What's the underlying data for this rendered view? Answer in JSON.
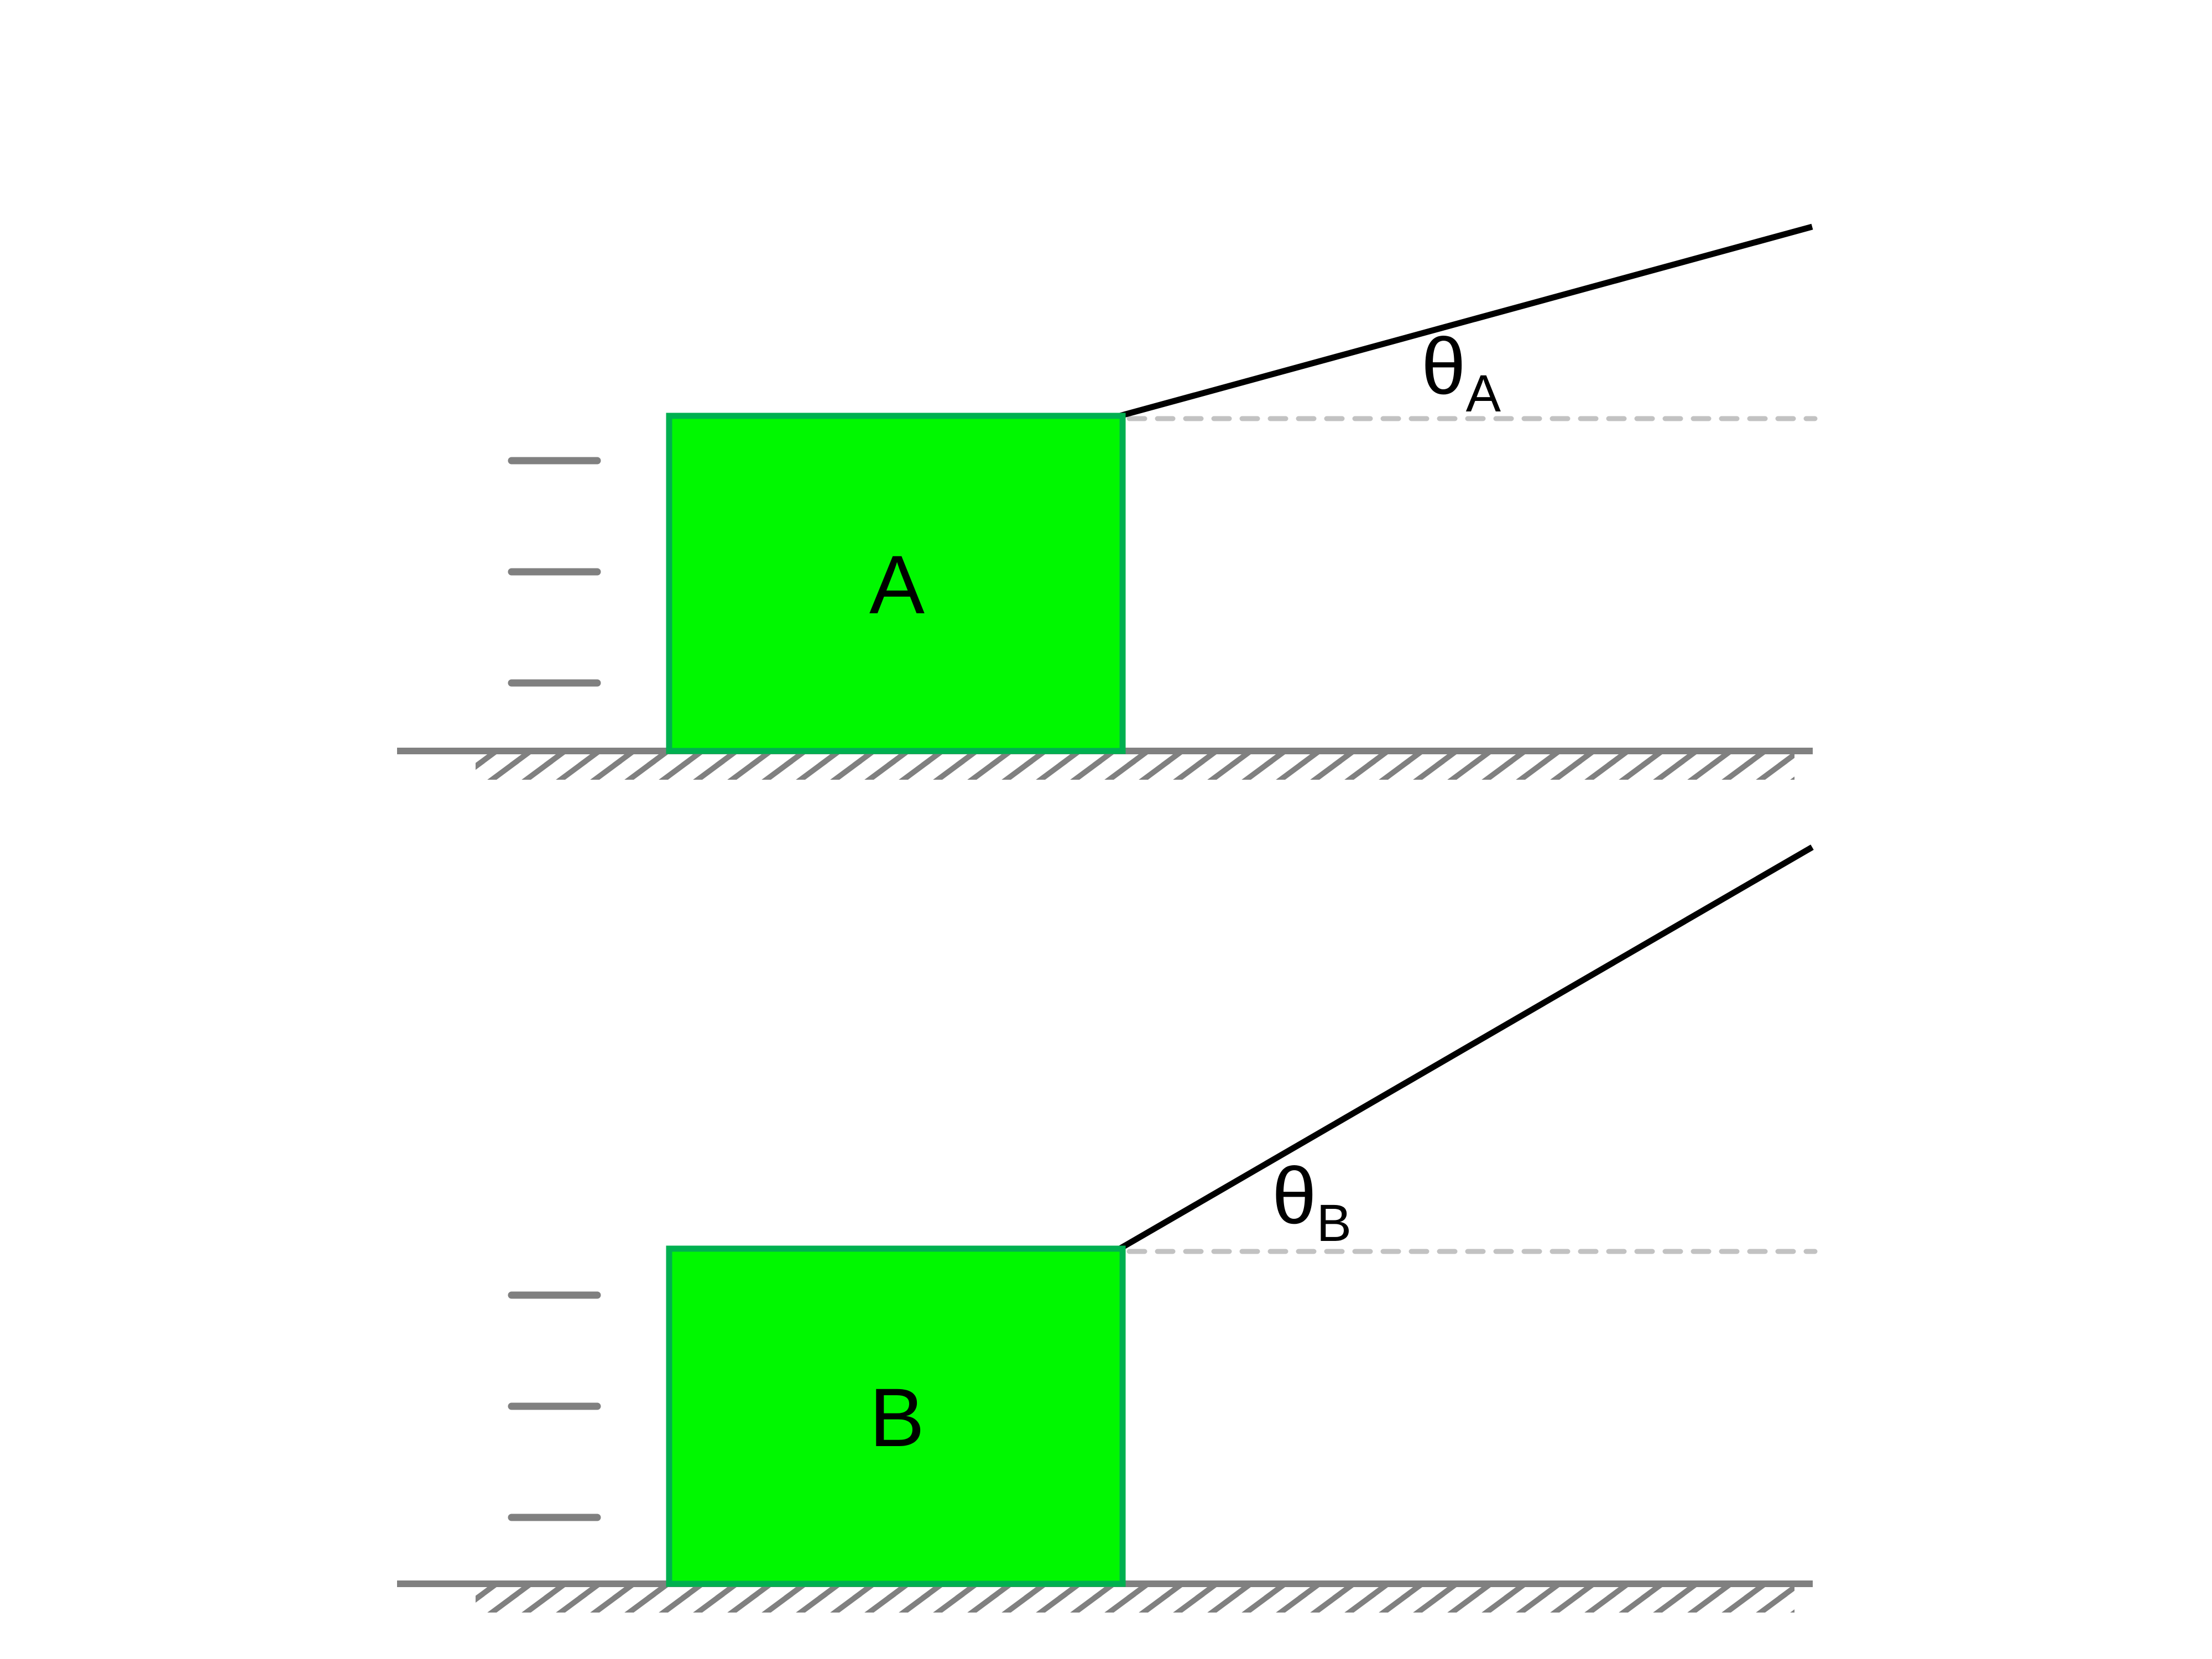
{
  "figure": {
    "description_labels_only": "",
    "diagrams": [
      {
        "block_label": "A",
        "angle_symbol": "θ",
        "angle_subscript": "A"
      },
      {
        "block_label": "B",
        "angle_symbol": "θ",
        "angle_subscript": "B"
      }
    ]
  },
  "colors": {
    "background": "#ffffff",
    "block_fill": "#00f800",
    "block_border": "#00b050",
    "ground": "#808080",
    "hatch": "#808080",
    "motion_lines": "#808080",
    "dashed_reference": "#c2c2c2",
    "rope": "#000000"
  }
}
